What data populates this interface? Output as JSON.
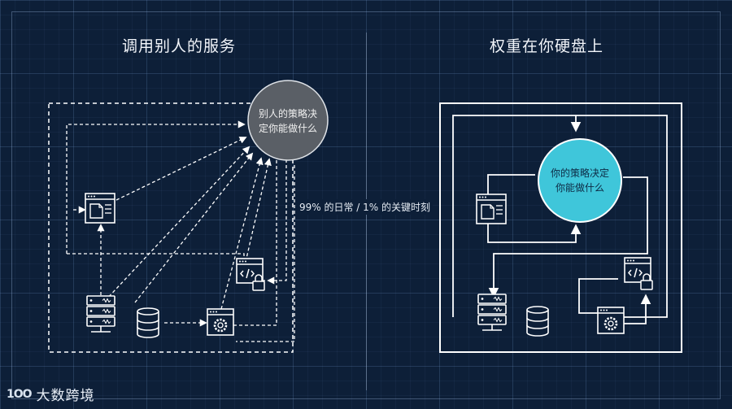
{
  "titles": {
    "left": "调用别人的服务",
    "right": "权重在你硬盘上"
  },
  "middle_label": "99% 的日常 / 1% 的关键时刻",
  "left_panel": {
    "circle_line1": "别人的策略决",
    "circle_line2": "定你能做什么",
    "circle_color": "#5a5f66"
  },
  "right_panel": {
    "circle_line1": "你的策略决定",
    "circle_line2": "你能做什么",
    "circle_color": "#3fc6da"
  },
  "icons": [
    "document-icon",
    "server-icon",
    "database-icon",
    "settings-window-icon",
    "code-lock-icon"
  ],
  "logo": {
    "mark": "1OO",
    "text": "大数跨境"
  },
  "colors": {
    "background": "#0d1f38",
    "line": "#ffffff"
  }
}
